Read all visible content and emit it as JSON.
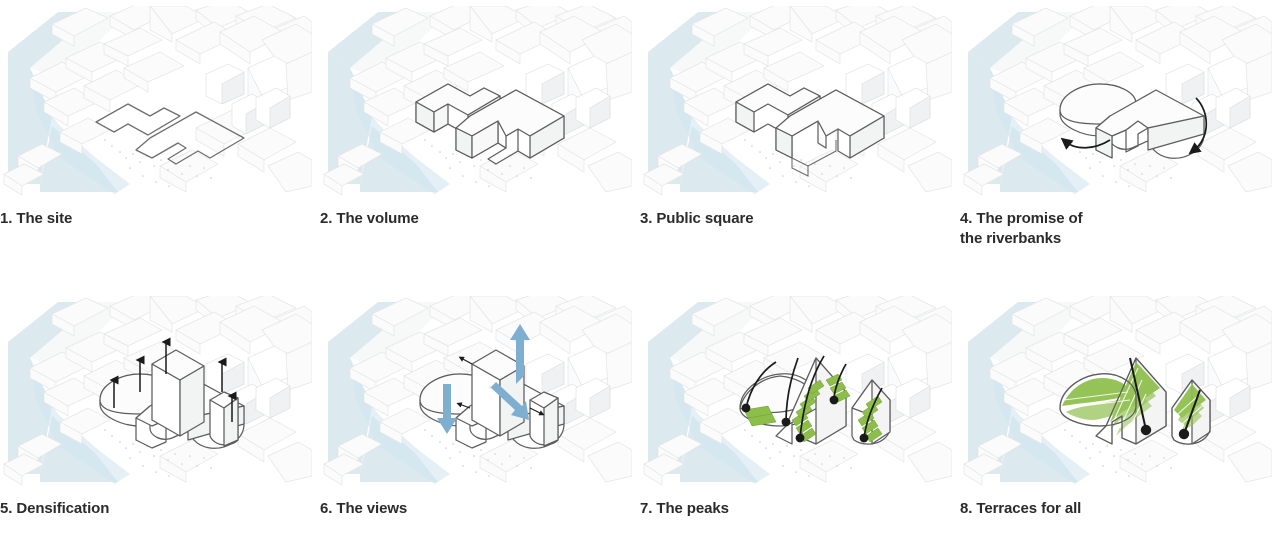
{
  "sheet": {
    "title": "Architectural concept diagram series",
    "background_color": "#ffffff"
  },
  "palette": {
    "river": "#dceaf0",
    "river_deep": "#cfe4ee",
    "ground": "#f7f8f8",
    "context_fill": "#fbfbfb",
    "context_stroke": "#e3e5e6",
    "context_shadow": "#eceeef",
    "massing_fill": "#ffffff",
    "massing_top": "#fcfcfc",
    "massing_side": "#f2f3f3",
    "massing_stroke": "#5d5d5d",
    "outline_site": "#6e6e6e",
    "arrow_black": "#1a1a1a",
    "arrow_blue": "#7fafd0",
    "green": "#8dbe4a",
    "green_dark": "#6fa038",
    "caption_text": "#2b2b2b",
    "people": "#c9ccce"
  },
  "panels": [
    {
      "index": "1",
      "caption": "1. The site",
      "name": "the-site",
      "features": {
        "site_outline": true,
        "massing": false,
        "arrows": "none",
        "green": false
      }
    },
    {
      "index": "2",
      "caption": "2. The volume",
      "name": "the-volume",
      "features": {
        "site_outline": true,
        "massing": true,
        "arrows": "none",
        "green": false
      }
    },
    {
      "index": "3",
      "caption": "3. Public square",
      "name": "public-square",
      "features": {
        "site_outline": true,
        "massing": true,
        "arrows": "none",
        "green": false,
        "square_void": true
      }
    },
    {
      "index": "4",
      "caption": "4. The promise of\nthe riverbanks",
      "name": "the-promise-of-the-riverbanks",
      "features": {
        "site_outline": true,
        "massing": true,
        "arrows": "curved-black",
        "green": false,
        "rounded_corners": true
      }
    },
    {
      "index": "5",
      "caption": "5. Densification",
      "name": "densification",
      "features": {
        "site_outline": true,
        "massing": true,
        "arrows": "vertical-black",
        "green": false
      }
    },
    {
      "index": "6",
      "caption": "6. The views",
      "name": "the-views",
      "features": {
        "site_outline": true,
        "massing": true,
        "arrows": "blue-view",
        "green": false
      }
    },
    {
      "index": "7",
      "caption": "7. The peaks",
      "name": "the-peaks",
      "features": {
        "site_outline": true,
        "massing": true,
        "arrows": "curved-black",
        "green": true,
        "peaked_roofs": true
      }
    },
    {
      "index": "8",
      "caption": "8. Terraces for all",
      "name": "terraces-for-all",
      "features": {
        "site_outline": true,
        "massing": true,
        "arrows": "straight-black",
        "green": true,
        "planted_terraces": true
      }
    }
  ]
}
